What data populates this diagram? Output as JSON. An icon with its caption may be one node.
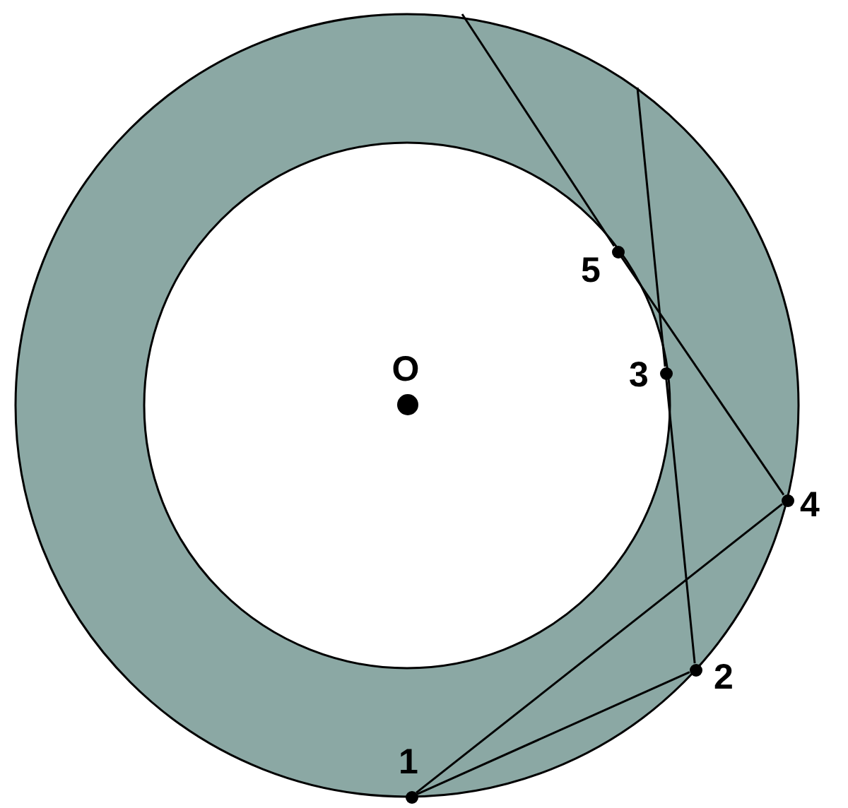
{
  "diagram": {
    "nodes": [
      {
        "text": [],
        "shape": "circle",
        "beside": [
          "O"
        ]
      },
      {
        "text": [],
        "shape": "circle",
        "beside": [
          "1"
        ]
      },
      {
        "text": [],
        "shape": "circle",
        "beside": [
          "2"
        ]
      },
      {
        "text": [],
        "shape": "circle",
        "beside": [
          "3"
        ]
      },
      {
        "text": [],
        "shape": "circle",
        "beside": [
          "4"
        ]
      },
      {
        "text": [],
        "shape": "circle",
        "beside": [
          "5"
        ]
      }
    ],
    "edges": [
      {
        "from": 1,
        "to": 2,
        "arrow": "none"
      },
      {
        "from": 1,
        "to": 4,
        "arrow": "none"
      },
      {
        "from": 2,
        "to": 3,
        "arrow": "none"
      },
      {
        "from": 4,
        "to": 5,
        "arrow": "none"
      },
      {
        "from": 3,
        "to": null,
        "arrow": "none"
      },
      {
        "from": 5,
        "to": null,
        "arrow": "none"
      }
    ]
  }
}
